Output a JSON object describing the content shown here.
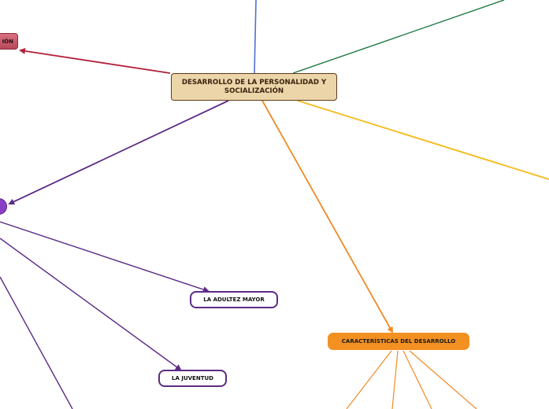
{
  "central": {
    "label": "DESARROLLO DE LA PERSONALIDAD Y SOCIALIZACIÓN"
  },
  "nodes": {
    "red_partial": "IÓN",
    "purple_circle": "",
    "adultez_mayor": "LA ADULTEZ MAYOR",
    "juventud": "LA JUVENTUD",
    "caracteristicas": "CARACTERÍSTICAS DEL DESARROLLO"
  },
  "colors": {
    "blue_branch": "#4f6fd6",
    "green_branch": "#1f7a44",
    "red_branch": "#b3203a",
    "purple_branch": "#5c2a86",
    "orange_branch": "#f08a24",
    "yellow_branch": "#f5bb1b",
    "central_fill": "#ecd5a8"
  }
}
